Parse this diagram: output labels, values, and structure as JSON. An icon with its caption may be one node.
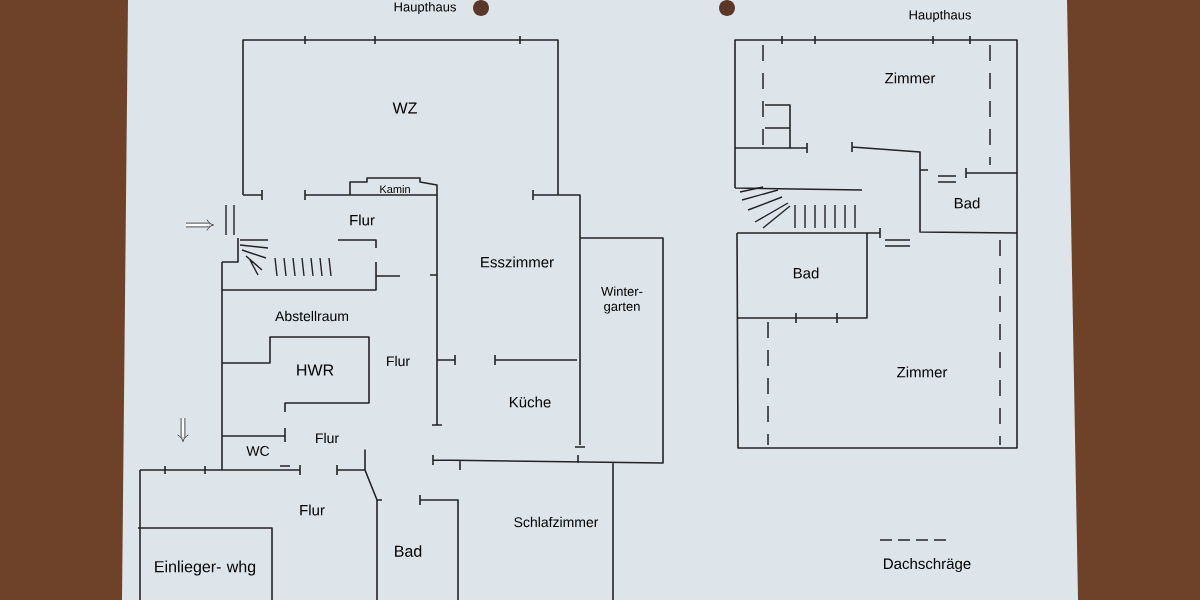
{
  "diagram": {
    "labels": [
      "Haupthaus",
      "Haupthaus",
      "WZ",
      "Kamin",
      "Flur",
      "Esszimmer",
      "Winter- garten",
      "Abstellraum",
      "HWR",
      "Flur",
      "Küche",
      "Flur",
      "WC",
      "Flur",
      "Schlafzimmer",
      "Bad",
      "Einlieger- whg",
      "Zimmer",
      "Bad",
      "Bad",
      "Zimmer"
    ],
    "legend": [
      {
        "text": "Dachschräge"
      }
    ]
  }
}
